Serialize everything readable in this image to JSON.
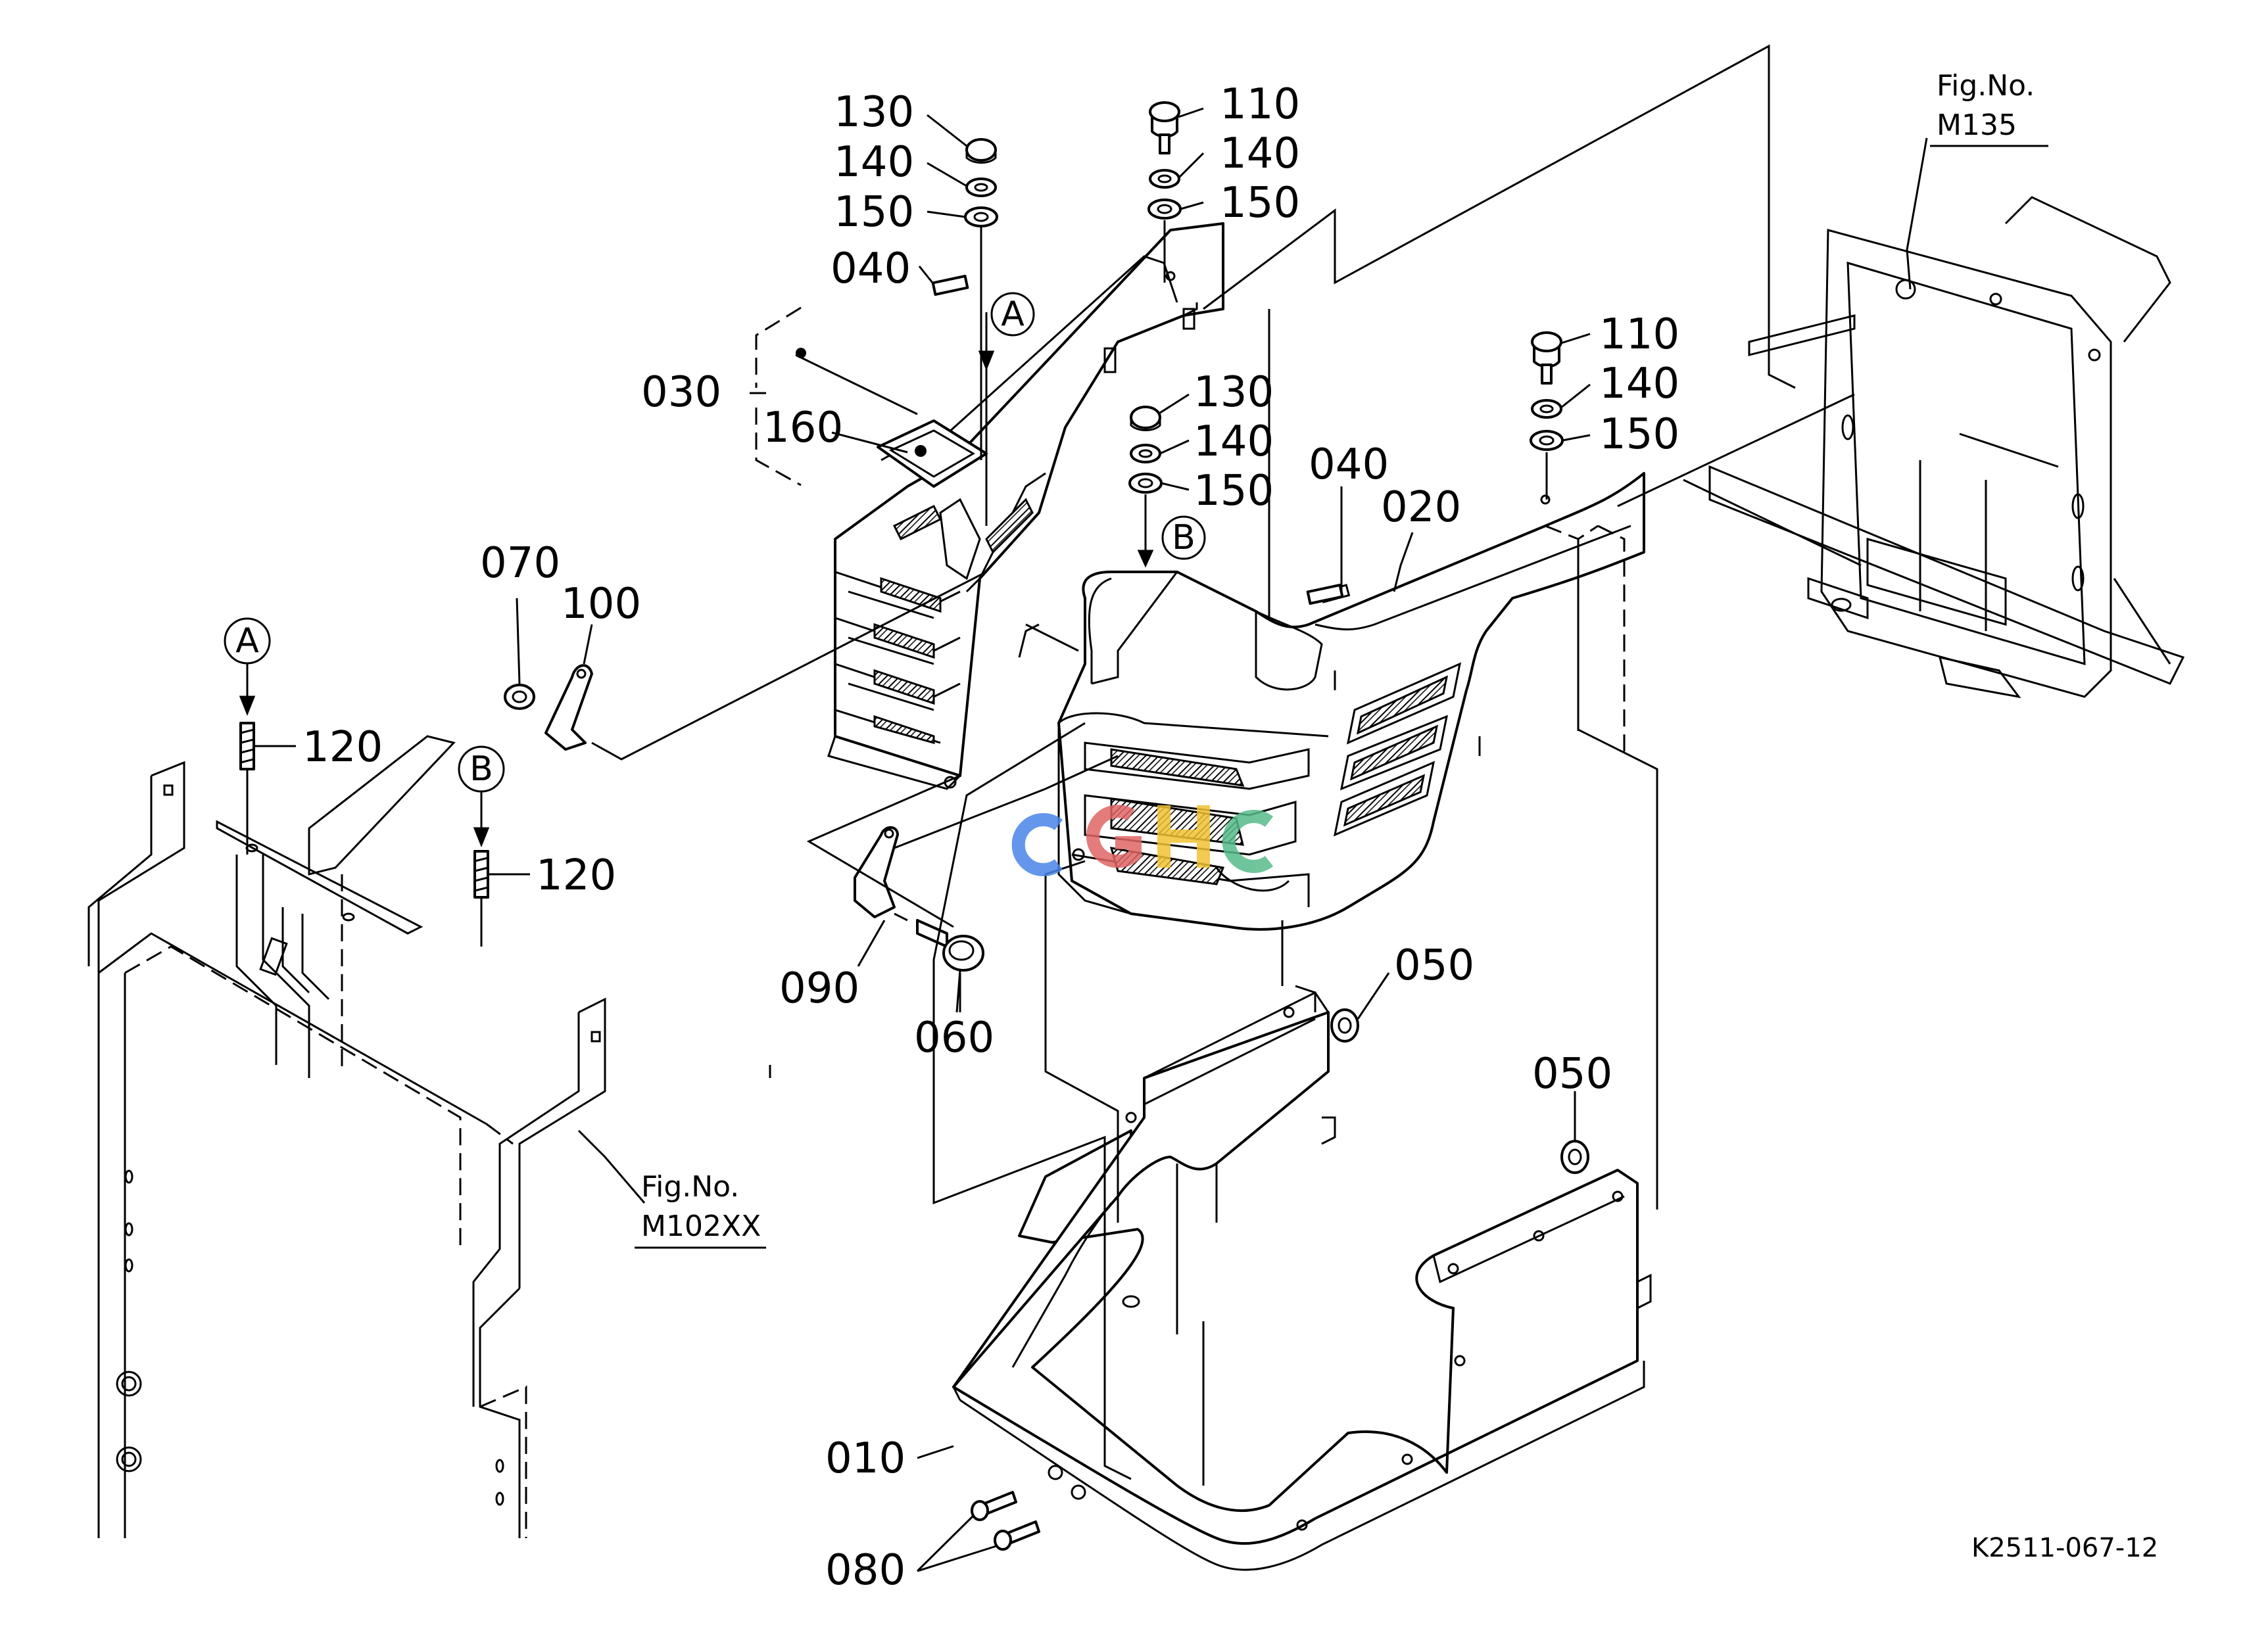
{
  "colors": {
    "line": "#000000",
    "background": "#ffffff",
    "wm_blue": "#4a86e8",
    "wm_red": "#e06666",
    "wm_yellow": "#f1c232",
    "wm_green": "#57bb8a"
  },
  "callouts": {
    "p010": "010",
    "p020": "020",
    "p030": "030",
    "p040a": "040",
    "p040b": "040",
    "p050a": "050",
    "p050b": "050",
    "p060": "060",
    "p070": "070",
    "p080": "080",
    "p090": "090",
    "p100": "100",
    "p110a": "110",
    "p110b": "110",
    "p120a": "120",
    "p120b": "120",
    "p130a": "130",
    "p130b": "130",
    "p140a": "140",
    "p140b": "140",
    "p140c": "140",
    "p150a": "150",
    "p150b": "150",
    "p150c": "150",
    "p160": "160"
  },
  "markers": {
    "a": "A",
    "b": "B"
  },
  "references": {
    "fig_right_line1": "Fig.No.",
    "fig_right_line2": "M135",
    "fig_left_line1": "Fig.No.",
    "fig_left_line2": "M102XX"
  },
  "watermark": "CGHC",
  "diagram_code": "K2511-067-12"
}
